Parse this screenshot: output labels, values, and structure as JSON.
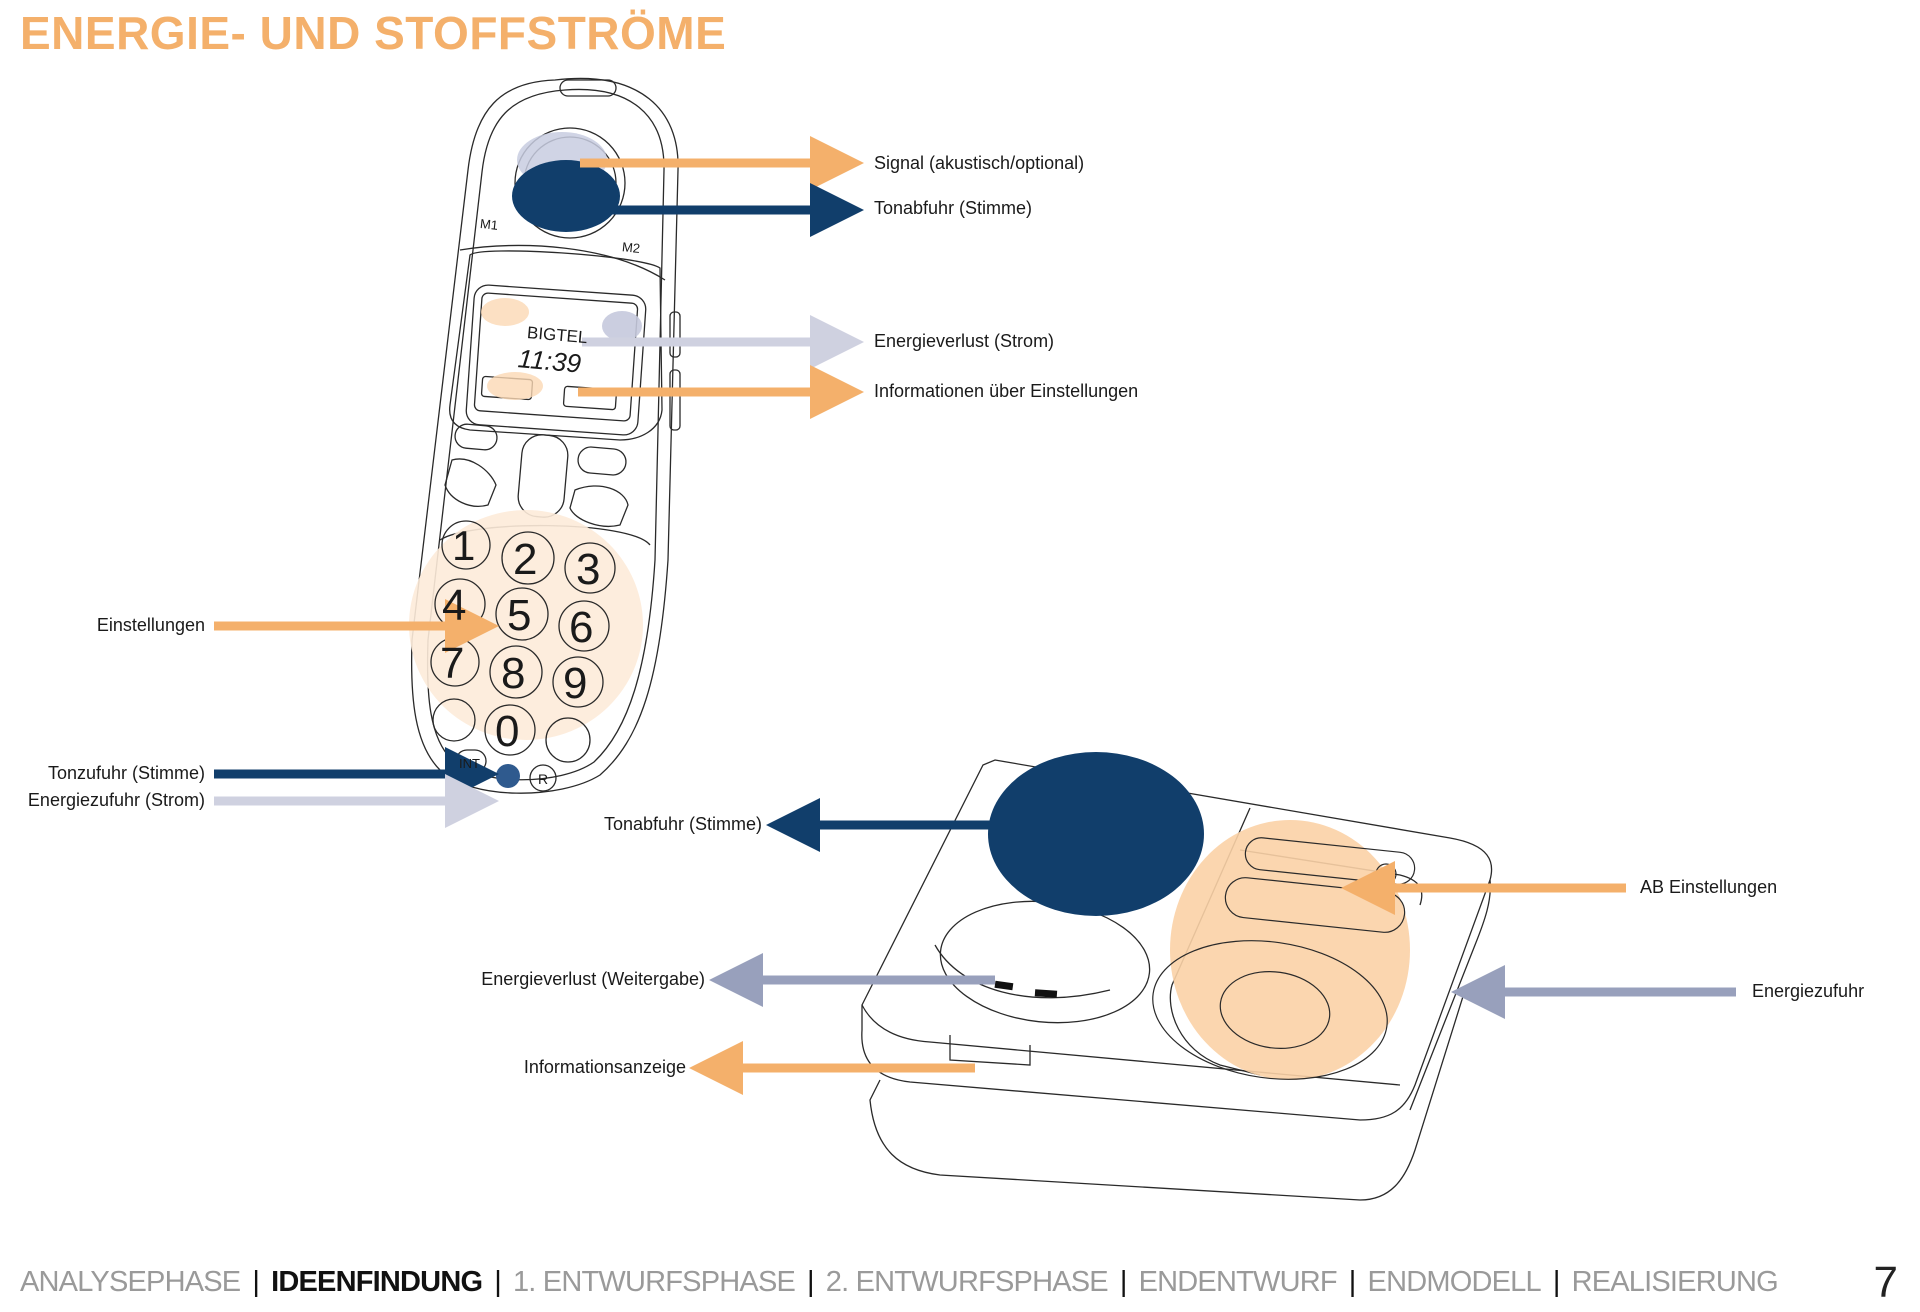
{
  "title": "ENERGIE- UND STOFFSTRÖME",
  "colors": {
    "orange": "#f4b06b",
    "navy": "#113e6b",
    "grey": "#cfd1e0",
    "slate": "#98a0bc",
    "light_orange": "#fdebd9"
  },
  "phone": {
    "buttons": {
      "m1": "M1",
      "m2": "M2",
      "brand": "BIGTEL",
      "time": "11:39",
      "int": "INT",
      "r": "R"
    },
    "keys": [
      "1",
      "2",
      "3",
      "4",
      "5",
      "6",
      "7",
      "8",
      "9",
      "0"
    ]
  },
  "labels": {
    "signal": "Signal (akustisch/optional)",
    "tonabfuhr_phone": "Tonabfuhr (Stimme)",
    "energieverlust_strom": "Energieverlust (Strom)",
    "informationen": "Informationen über Einstellungen",
    "einstellungen": "Einstellungen",
    "tonzufuhr": "Tonzufuhr (Stimme)",
    "energiezufuhr_strom": "Energiezufuhr (Strom)",
    "tonabfuhr_base": "Tonabfuhr (Stimme)",
    "ab_einstellungen": "AB Einstellungen",
    "energieverlust_weitergabe": "Energieverlust (Weitergabe)",
    "energiezufuhr": "Energiezufuhr",
    "informationsanzeige": "Informationsanzeige"
  },
  "nav": {
    "items": [
      "ANALYSEPHASE",
      "IDEENFINDUNG",
      "1. ENTWURFSPHASE",
      "2. ENTWURFSPHASE",
      "ENDENTWURF",
      "ENDMODELL",
      "REALISIERUNG"
    ],
    "active": "IDEENFINDUNG",
    "separator": "|"
  },
  "page_number": "7"
}
